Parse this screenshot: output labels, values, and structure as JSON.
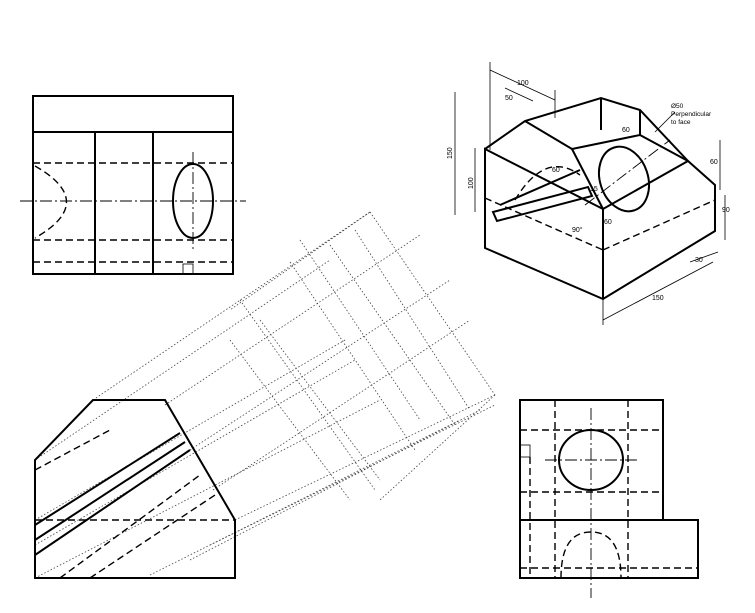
{
  "drawing": {
    "ink_color": "#000000",
    "paper_color": "#ffffff",
    "views": [
      "top-view",
      "isometric-view",
      "auxiliary-view",
      "side-view"
    ]
  },
  "isometric": {
    "dimensions": {
      "d100_top": "100",
      "d50_top": "50",
      "d150_left": "150",
      "d100_left": "100",
      "d60_slot": "60",
      "d15": "15",
      "d60_face": "60",
      "d60_right": "60",
      "d90_right": "90",
      "d30": "30",
      "d150_bottom": "150",
      "d60_lower": "60",
      "angle": "90°"
    },
    "hole_note": {
      "line1": "Ø50",
      "line2": "Perpendicular",
      "line3": "to face"
    }
  }
}
